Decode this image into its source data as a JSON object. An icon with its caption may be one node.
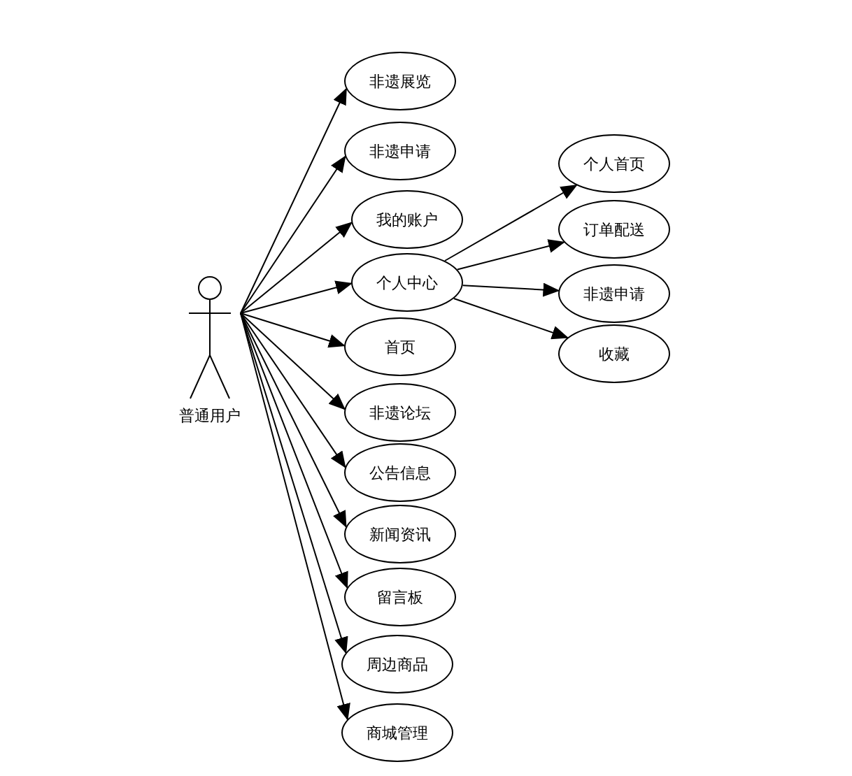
{
  "diagram": {
    "nodes": [
      {
        "text": [
          "普通用户"
        ]
      },
      {
        "text": [
          "非遗展览"
        ]
      },
      {
        "text": [
          "非遗申请"
        ]
      },
      {
        "text": [
          "我的账户"
        ]
      },
      {
        "text": [
          "个人中心"
        ]
      },
      {
        "text": [
          "首页"
        ]
      },
      {
        "text": [
          "非遗论坛"
        ]
      },
      {
        "text": [
          "公告信息"
        ]
      },
      {
        "text": [
          "新闻资讯"
        ]
      },
      {
        "text": [
          "留言板"
        ]
      },
      {
        "text": [
          "周边商品"
        ]
      },
      {
        "text": [
          "商城管理"
        ]
      },
      {
        "text": [
          "个人首页"
        ]
      },
      {
        "text": [
          "订单配送"
        ]
      },
      {
        "text": [
          "非遗申请"
        ]
      },
      {
        "text": [
          "收藏"
        ]
      }
    ],
    "edges": [
      {
        "from": 0,
        "to": 1,
        "arrow": "to"
      },
      {
        "from": 0,
        "to": 2,
        "arrow": "to"
      },
      {
        "from": 0,
        "to": 3,
        "arrow": "to"
      },
      {
        "from": 0,
        "to": 4,
        "arrow": "to"
      },
      {
        "from": 0,
        "to": 5,
        "arrow": "to"
      },
      {
        "from": 0,
        "to": 6,
        "arrow": "to"
      },
      {
        "from": 0,
        "to": 7,
        "arrow": "to"
      },
      {
        "from": 0,
        "to": 8,
        "arrow": "to"
      },
      {
        "from": 0,
        "to": 9,
        "arrow": "to"
      },
      {
        "from": 0,
        "to": 10,
        "arrow": "to"
      },
      {
        "from": 0,
        "to": 11,
        "arrow": "to"
      },
      {
        "from": 4,
        "to": 12,
        "arrow": "to"
      },
      {
        "from": 4,
        "to": 13,
        "arrow": "to"
      },
      {
        "from": 4,
        "to": 14,
        "arrow": "to"
      },
      {
        "from": 4,
        "to": 15,
        "arrow": "to"
      }
    ]
  }
}
